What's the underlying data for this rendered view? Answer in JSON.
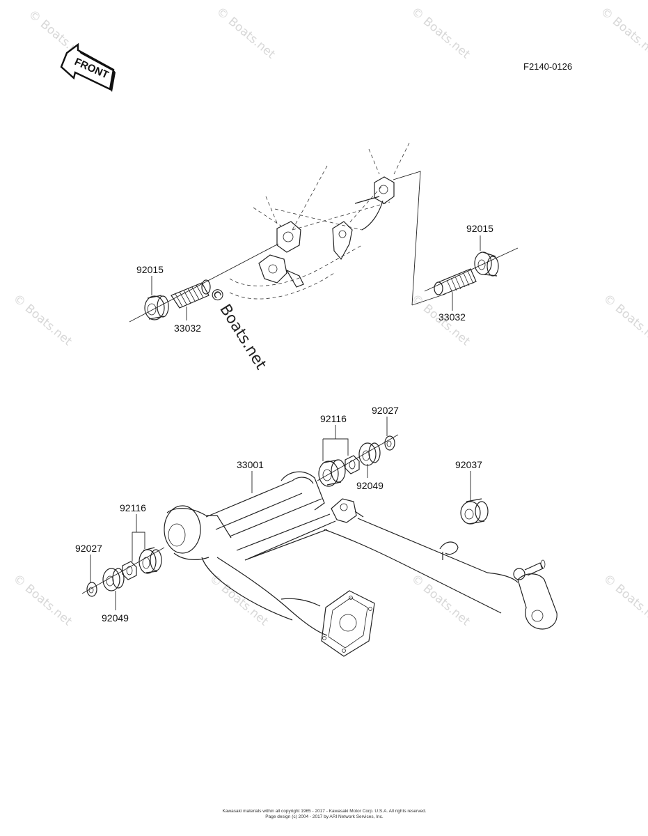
{
  "diagram": {
    "drawing_code": "F2140-0126",
    "front_badge": "FRONT",
    "watermark": "© Boats.net",
    "parts": {
      "upper_left_seal": "92015",
      "upper_left_bushing": "33032",
      "upper_right_seal": "92015",
      "upper_right_bushing": "33032",
      "swing_arm": "33001",
      "right_collar": "92116",
      "right_washer": "92027",
      "right_sleeve": "92049",
      "cap": "92037",
      "left_collar": "92116",
      "left_washer": "92027",
      "left_sleeve": "92049"
    },
    "footer": {
      "line1": "Kawasaki materials within all copyright 1965 - 2017 - Kawasaki Motor Corp. U.S.A.  All rights reserved.",
      "line2": "Page design (c) 2004 - 2017 by ARI Network Services, Inc."
    }
  }
}
